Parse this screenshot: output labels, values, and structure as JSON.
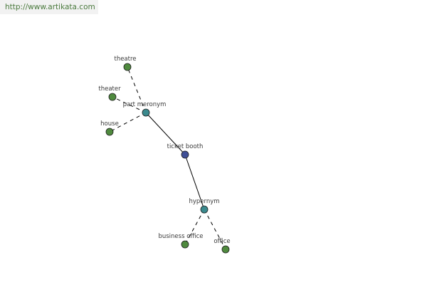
{
  "watermark": {
    "text": "http://www.artikata.com"
  },
  "colors": {
    "leaf_node": "#4f8a3e",
    "relation_node": "#3b8a8e",
    "center_node": "#3f4f96",
    "edge": "#000000",
    "label": "#3a3a3a",
    "watermark_text": "#4a7a3d",
    "watermark_bg": "#f2f2f2"
  },
  "graph": {
    "nodes": [
      {
        "id": "ticket-booth",
        "label": "ticket booth",
        "kind": "center"
      },
      {
        "id": "part-meronym",
        "label": "part meronym",
        "kind": "relation"
      },
      {
        "id": "hypernym",
        "label": "hypernym",
        "kind": "relation"
      },
      {
        "id": "theatre",
        "label": "theatre",
        "kind": "leaf"
      },
      {
        "id": "theater",
        "label": "theater",
        "kind": "leaf"
      },
      {
        "id": "house",
        "label": "house",
        "kind": "leaf"
      },
      {
        "id": "business-office",
        "label": "business office",
        "kind": "leaf"
      },
      {
        "id": "office",
        "label": "office",
        "kind": "leaf"
      }
    ],
    "edges": [
      {
        "from": "ticket-booth",
        "to": "part-meronym",
        "style": "solid"
      },
      {
        "from": "ticket-booth",
        "to": "hypernym",
        "style": "solid"
      },
      {
        "from": "part-meronym",
        "to": "theatre",
        "style": "dashed"
      },
      {
        "from": "part-meronym",
        "to": "theater",
        "style": "dashed"
      },
      {
        "from": "part-meronym",
        "to": "house",
        "style": "dashed"
      },
      {
        "from": "hypernym",
        "to": "business-office",
        "style": "dashed"
      },
      {
        "from": "hypernym",
        "to": "office",
        "style": "dashed"
      }
    ]
  }
}
